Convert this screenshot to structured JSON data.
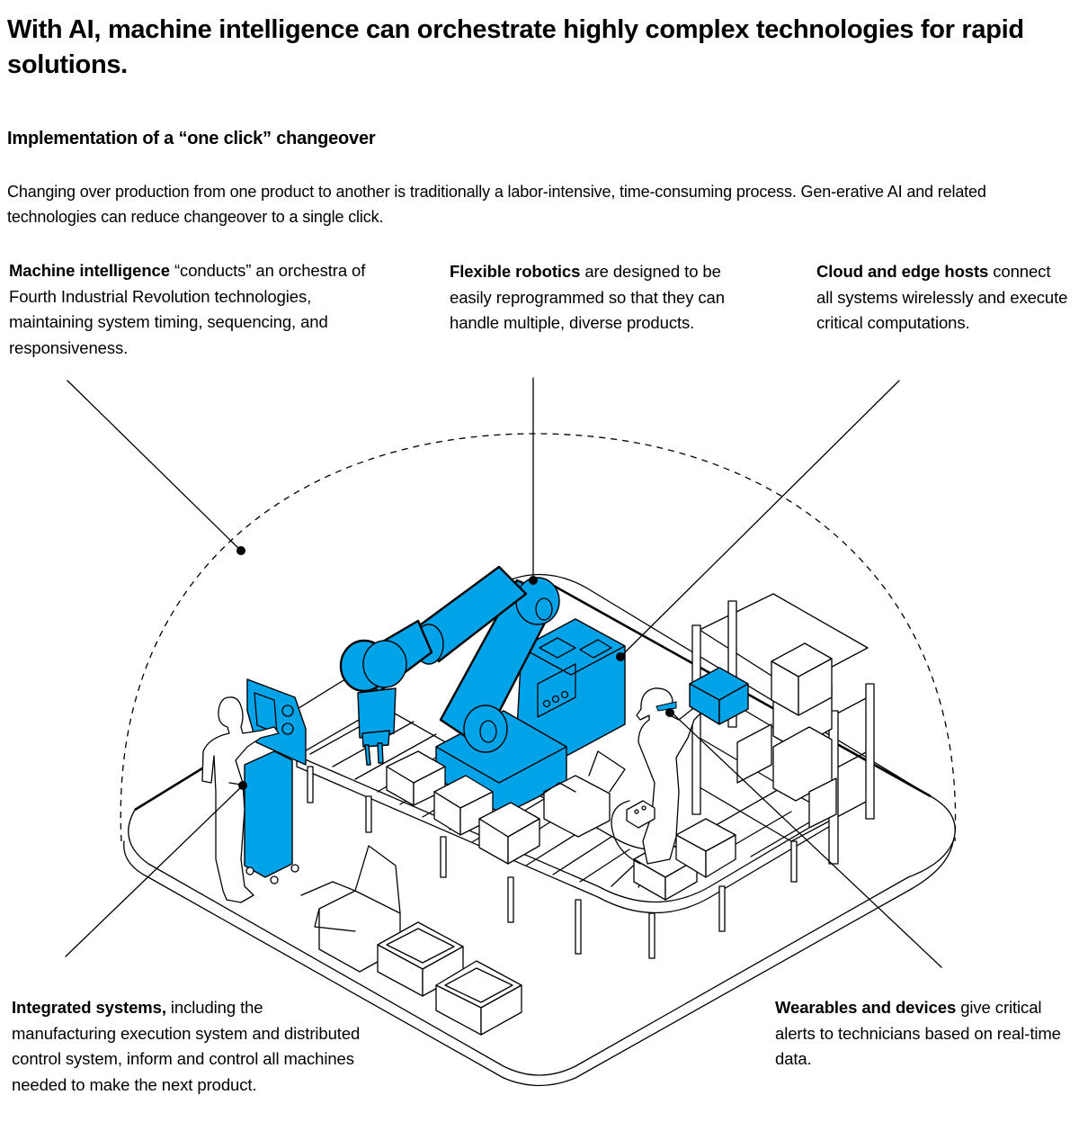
{
  "header": {
    "title": "With AI, machine intelligence can orchestrate highly complex technologies for rapid solutions.",
    "subtitle": "Implementation of a “one click” changeover",
    "intro": "Changing over production from one product to another is traditionally a labor-intensive, time-consuming process. Gen-erative AI and related technologies can reduce changeover to a single click."
  },
  "callouts": {
    "machine_intelligence": {
      "bold": "Machine intelligence",
      "text": " “conducts” an orchestra of Fourth Industrial Revolution technologies, maintaining system timing, sequencing, and responsiveness."
    },
    "flexible_robotics": {
      "bold": "Flexible robotics",
      "text": " are designed to be easily reprogrammed so that they can handle multiple, diverse products."
    },
    "cloud_edge": {
      "bold": "Cloud and edge hosts",
      "text": " connect all systems wirelessly and execute critical computations."
    },
    "integrated_systems": {
      "bold": "Integrated systems,",
      "text": " including the manufacturing execution system and distributed control system, inform and control all machines needed to make the next product."
    },
    "wearables": {
      "bold": "Wearables and devices",
      "text": " give critical alerts to technicians based on real-time data."
    }
  },
  "illustration": {
    "accent_color": "#00A3E8",
    "line_color": "#000000",
    "elements": [
      "dashed-dome",
      "factory-platform",
      "conveyor-belt",
      "robotic-arm",
      "control-cabinet",
      "control-kiosk",
      "male-technician",
      "female-technician-with-headset",
      "storage-shelf",
      "cardboard-boxes",
      "handheld-controller"
    ]
  }
}
